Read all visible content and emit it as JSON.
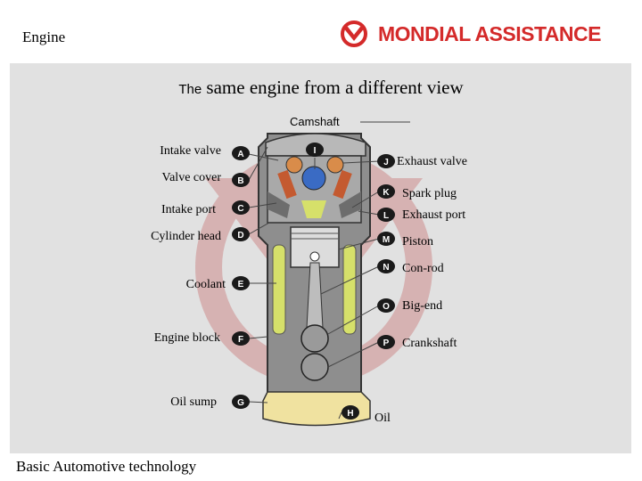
{
  "header": {
    "title": "Engine",
    "brand_name": "MONDIAL ASSISTANCE",
    "brand_icon": "mondial-logo-icon"
  },
  "diagram": {
    "heading_prefix": "The",
    "heading_rest": "same engine from a different view",
    "camshaft_label": "Camshaft",
    "left_labels": [
      {
        "letter": "A",
        "text": "Intake valve"
      },
      {
        "letter": "B",
        "text": "Valve cover"
      },
      {
        "letter": "C",
        "text": "Intake port"
      },
      {
        "letter": "D",
        "text": "Cylinder head"
      },
      {
        "letter": "E",
        "text": "Coolant"
      },
      {
        "letter": "F",
        "text": "Engine block"
      },
      {
        "letter": "G",
        "text": "Oil sump"
      }
    ],
    "right_labels": [
      {
        "letter": "I",
        "text": ""
      },
      {
        "letter": "J",
        "text": "Exhaust valve"
      },
      {
        "letter": "K",
        "text": "Spark plug"
      },
      {
        "letter": "L",
        "text": "Exhaust port"
      },
      {
        "letter": "M",
        "text": "Piston"
      },
      {
        "letter": "N",
        "text": "Con-rod"
      },
      {
        "letter": "O",
        "text": "Big-end"
      },
      {
        "letter": "P",
        "text": "Crankshaft"
      }
    ],
    "bottom_badge": {
      "letter": "H",
      "text": "Oil"
    },
    "colors": {
      "badge": "#1a1a1a",
      "brand": "#d42a2a",
      "panel": "#e1e1e1",
      "coolant": "#d6e06a",
      "oil": "#f0e2a0"
    }
  },
  "footer": {
    "text": "Basic Automotive technology"
  }
}
